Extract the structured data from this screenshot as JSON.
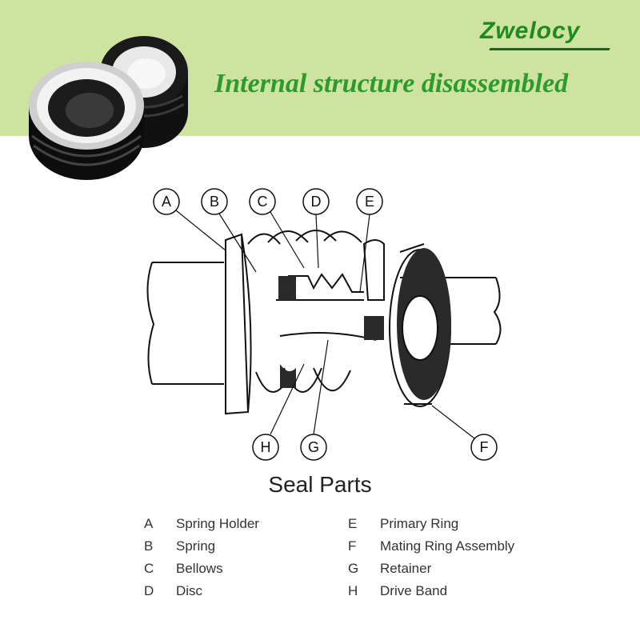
{
  "header": {
    "brand": "Zwelocy",
    "headline": "Internal structure disassembled"
  },
  "diagram": {
    "callouts": [
      "A",
      "B",
      "C",
      "D",
      "E",
      "F",
      "G",
      "H"
    ]
  },
  "legend": {
    "title": "Seal Parts",
    "left": [
      {
        "letter": "A",
        "name": "Spring Holder"
      },
      {
        "letter": "B",
        "name": "Spring"
      },
      {
        "letter": "C",
        "name": "Bellows"
      },
      {
        "letter": "D",
        "name": "Disc"
      }
    ],
    "right": [
      {
        "letter": "E",
        "name": "Primary Ring"
      },
      {
        "letter": "F",
        "name": "Mating Ring Assembly"
      },
      {
        "letter": "G",
        "name": "Retainer"
      },
      {
        "letter": "H",
        "name": "Drive Band"
      }
    ]
  },
  "colors": {
    "banner": "#cfe3a0",
    "headline": "#2c9a2c",
    "brand": "#1f8a1f"
  }
}
